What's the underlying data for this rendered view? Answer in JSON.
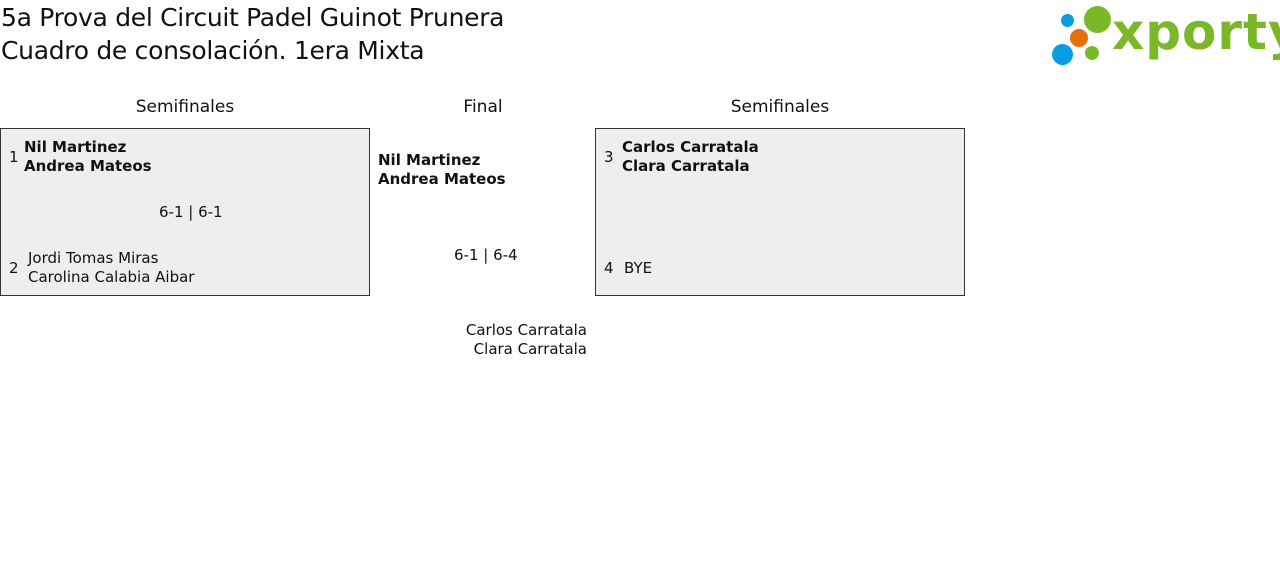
{
  "header": {
    "title_line1": "5a Prova del Circuit Padel Guinot Prunera",
    "title_line2": "Cuadro de consolación. 1era Mixta"
  },
  "logo": {
    "text": "xporty",
    "colors": {
      "green": "#7ab828",
      "blue": "#0a9de0",
      "orange": "#e76f0b"
    }
  },
  "rounds": {
    "left_label": "Semifinales",
    "center_label": "Final",
    "right_label": "Semifinales"
  },
  "left_match": {
    "team1": {
      "seed": "1",
      "player1": "Nil Martinez",
      "player2": "Andrea Mateos"
    },
    "team2": {
      "seed": "2",
      "player1": "Jordi Tomas Miras",
      "player2": "Carolina Calabia Aibar"
    },
    "score": "6-1 | 6-1"
  },
  "right_match": {
    "team1": {
      "seed": "3",
      "player1": "Carlos Carratala",
      "player2": "Clara Carratala"
    },
    "team2": {
      "seed": "4",
      "player1": "BYE"
    }
  },
  "final": {
    "team1": {
      "player1": "Nil Martinez",
      "player2": "Andrea Mateos"
    },
    "score": "6-1 | 6-4",
    "team2": {
      "player1": "Carlos Carratala",
      "player2": "Clara Carratala"
    }
  }
}
